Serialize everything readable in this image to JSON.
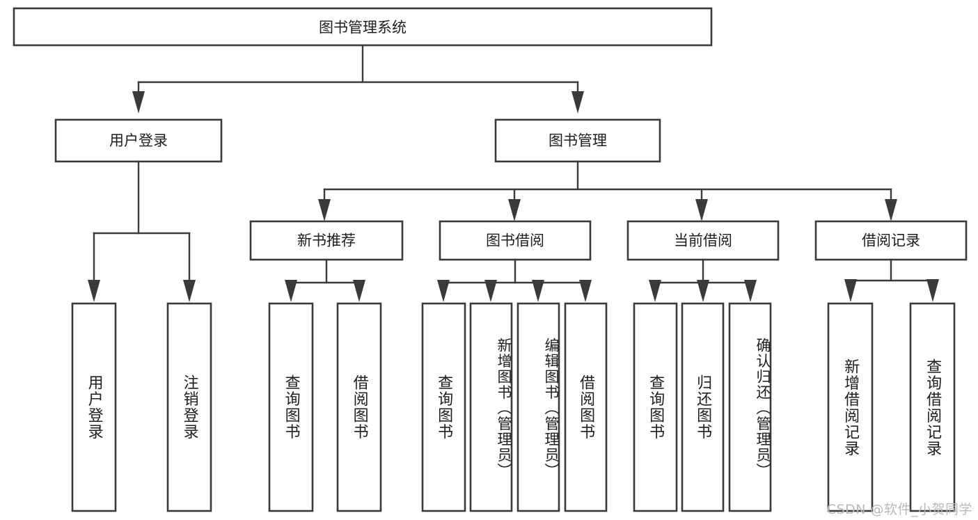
{
  "diagram": {
    "title": "图书管理系统",
    "type": "tree-hierarchy",
    "watermark": "CSDN @软件_小贺同学",
    "colors": {
      "stroke": "#3a3a3a",
      "box_fill": "#ffffff",
      "text": "#1d1d1d",
      "watermark": "#b9b9b9",
      "background": "#ffffff"
    },
    "root": {
      "label": "图书管理系统"
    },
    "level2": [
      {
        "label": "用户登录"
      },
      {
        "label": "图书管理"
      }
    ],
    "level3": [
      {
        "label": "新书推荐"
      },
      {
        "label": "图书借阅"
      },
      {
        "label": "当前借阅"
      },
      {
        "label": "借阅记录"
      }
    ],
    "leaves": {
      "user_login": [
        {
          "label": "用户登录"
        },
        {
          "label": "注销登录"
        }
      ],
      "new_book_recommend": [
        {
          "label": "查询图书"
        },
        {
          "label": "借阅图书"
        }
      ],
      "book_borrow": [
        {
          "label": "查询图书"
        },
        {
          "label": "新增图书（管理员）"
        },
        {
          "label": "编辑图书（管理员）"
        },
        {
          "label": "借阅图书"
        }
      ],
      "current_borrow": [
        {
          "label": "查询图书"
        },
        {
          "label": "归还图书"
        },
        {
          "label": "确认归还（管理员）"
        }
      ],
      "borrow_records": [
        {
          "label": "新增借阅记录"
        },
        {
          "label": "查询借阅记录"
        }
      ]
    }
  }
}
